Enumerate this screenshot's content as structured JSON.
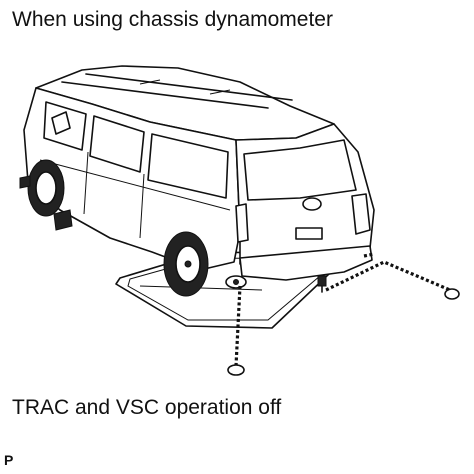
{
  "title": "When using chassis dynamometer",
  "note": "TRAC and VSC operation off",
  "figure_code": "P",
  "icons": {
    "vehicle": "suv-rear-three-quarter-icon",
    "roller": "dynamometer-roller-icon",
    "chain": "tie-down-chain-icon"
  },
  "colors": {
    "line": "#111111",
    "background": "#ffffff"
  }
}
